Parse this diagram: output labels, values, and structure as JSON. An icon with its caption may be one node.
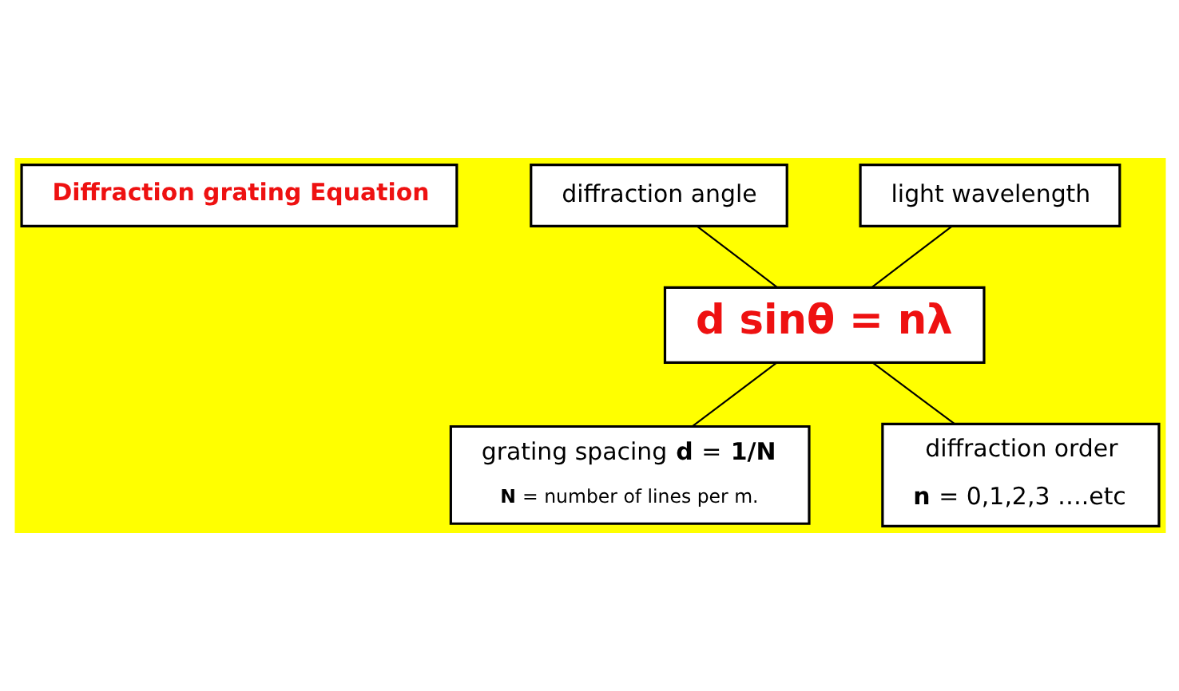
{
  "diagram": {
    "nodes": [
      {
        "text": [
          "Diffraction grating Equation"
        ]
      },
      {
        "text": [
          "diffraction angle"
        ]
      },
      {
        "text": [
          "light wavelength"
        ]
      },
      {
        "text": [
          "d sinθ = nλ"
        ]
      },
      {
        "text": [
          "grating spacing **d** = **1/N**",
          "**N** = number of lines per m."
        ]
      },
      {
        "text": [
          "diffraction order",
          "**n** = 0,1,2,3 ….etc"
        ]
      }
    ],
    "edges": [
      {
        "from": 1,
        "to": 3,
        "arrow": "none"
      },
      {
        "from": 2,
        "to": 3,
        "arrow": "none"
      },
      {
        "from": 3,
        "to": 4,
        "arrow": "none"
      },
      {
        "from": 3,
        "to": 5,
        "arrow": "none"
      }
    ]
  }
}
